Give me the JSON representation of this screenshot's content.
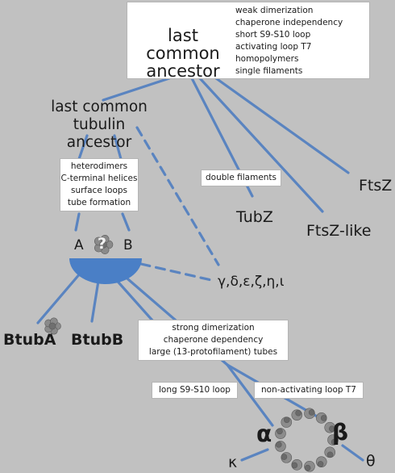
{
  "root": {
    "title": "last common ancestor",
    "traits": [
      "weak dimerization",
      "chaperone independency",
      "short S9-S10 loop",
      "activating loop T7",
      "homopolymers",
      "single filaments"
    ]
  },
  "tubulin_ancestor": {
    "label": "last common tubulin ancestor"
  },
  "tubulin_traits": [
    "heterodimers",
    "C-terminal helices",
    "surface loops",
    "tube formation"
  ],
  "dimer": {
    "left": "A",
    "question": "?",
    "right": "B"
  },
  "double_filaments": {
    "label": "double filaments"
  },
  "leaves": {
    "tubz": "TubZ",
    "ftsz_like": "FtsZ-like",
    "ftsz": "FtsZ",
    "other_tubulins": "γ,δ,ε,ζ,η,ι",
    "btuba": "BtubA",
    "btubb": "BtubB",
    "alpha": "α",
    "beta": "β",
    "kappa": "κ",
    "theta": "θ"
  },
  "eukaryote_traits": [
    "strong dimerization",
    "chaperone dependency",
    "large (13-protofilament) tubes"
  ],
  "alpha_branch": {
    "label": "long S9-S10 loop"
  },
  "beta_branch": {
    "label": "non-activating loop T7"
  },
  "colors": {
    "background": "#c1c1c1",
    "branch": "#5a84c0",
    "node": "#4a7fc6",
    "box": "#ffffff",
    "protein": "#7a7a7a"
  }
}
